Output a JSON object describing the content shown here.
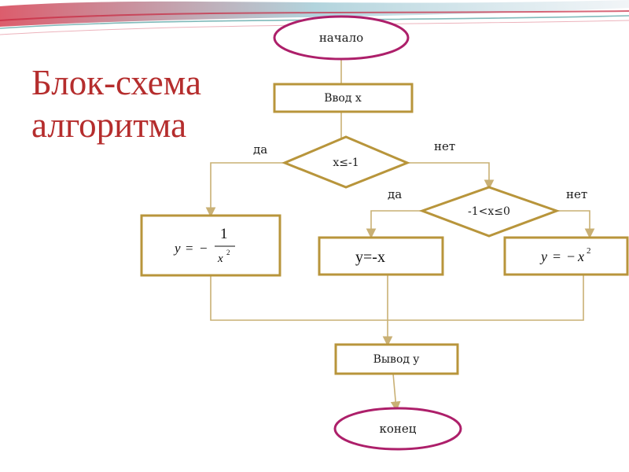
{
  "title_line1": "Блок-схема",
  "title_line2": "алгоритма",
  "nodes": {
    "start": "начало",
    "input": "Ввод x",
    "cond1": "x≤-1",
    "cond2": "-1<x≤0",
    "branch_left": {
      "lhs": "y",
      "eq": "=",
      "minus": "−",
      "num": "1",
      "den": "x",
      "exp": "2"
    },
    "branch_mid": "y=-x",
    "branch_right": {
      "lhs": "y",
      "eq": "=",
      "minus": "−",
      "base": "x",
      "exp": "2"
    },
    "output": "Вывод y",
    "end": "конец"
  },
  "labels": {
    "cond1_yes": "да",
    "cond1_no": "нет",
    "cond2_yes": "да",
    "cond2_no": "нет"
  },
  "colors": {
    "title": "#b52d2d",
    "box_border": "#b8953b",
    "terminal_border": "#ad1f6a",
    "connector": "#c9b074",
    "decor_red": "#c8263f",
    "decor_teal": "#2c8c8c"
  }
}
